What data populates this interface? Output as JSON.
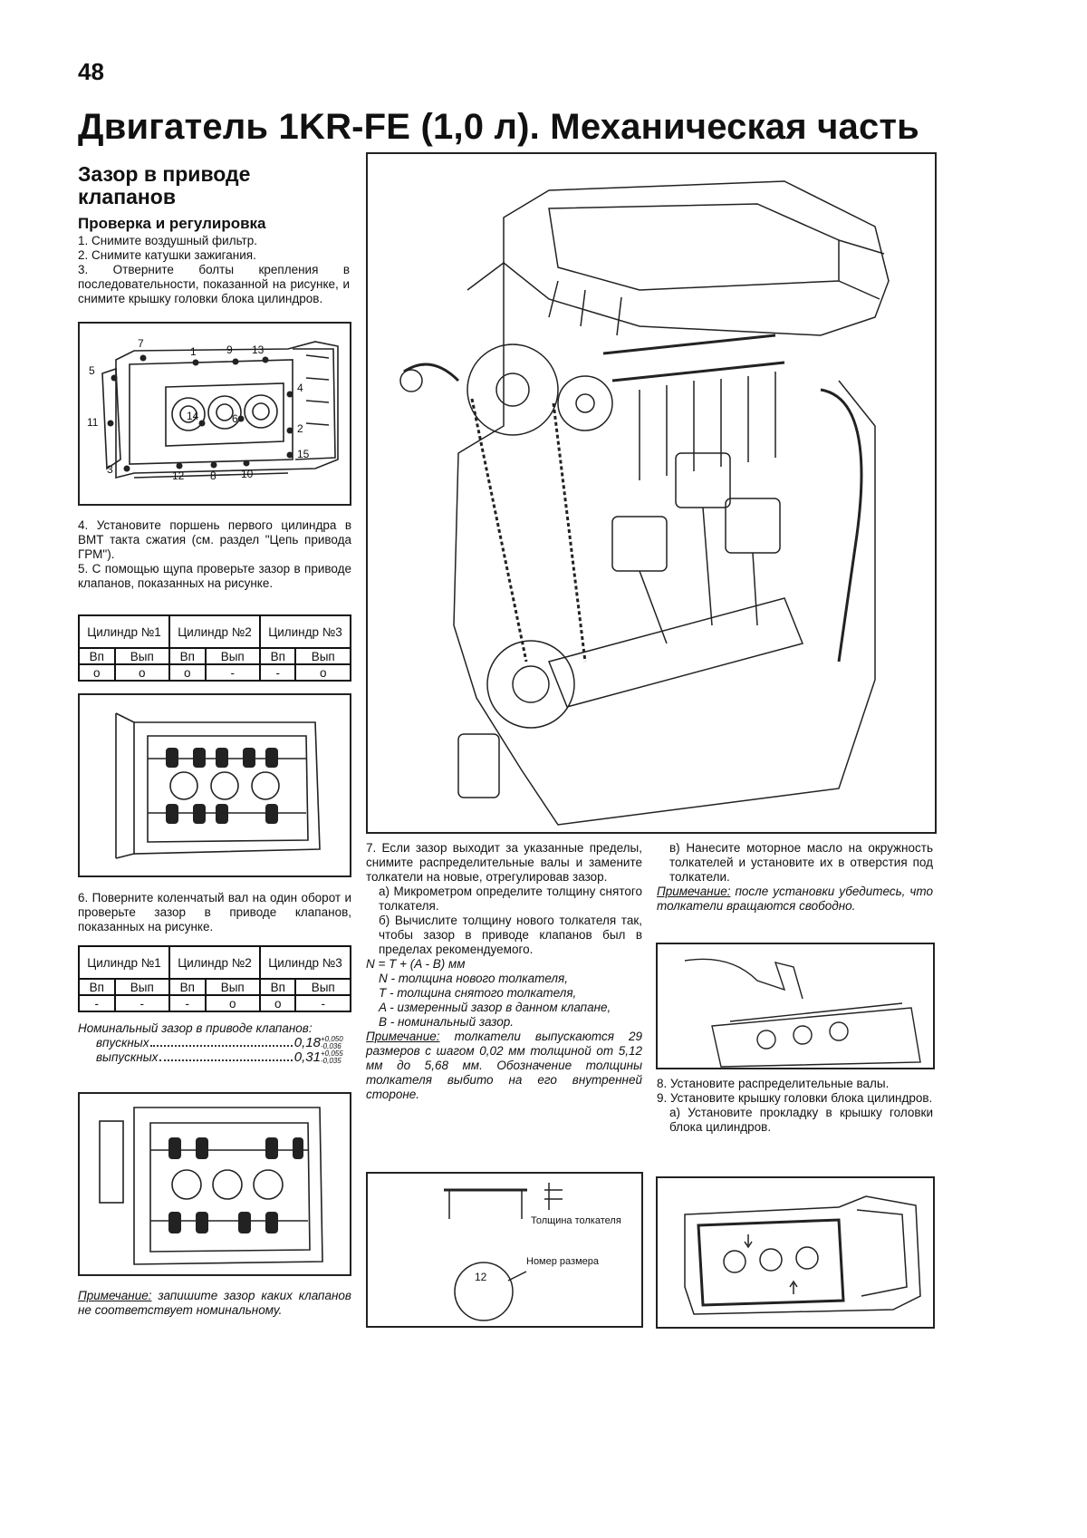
{
  "page_number": "48",
  "title": "Двигатель 1KR-FE (1,0 л). Механическая часть",
  "section": {
    "title": "Зазор в приводе клапанов",
    "subtitle": "Проверка и регулировка"
  },
  "steps_1_3": [
    "1. Снимите воздушный фильтр.",
    "2. Снимите катушки зажигания.",
    "3. Отверните болты крепления в последовательности, показанной на рисунке, и снимите крышку головки блока цилиндров."
  ],
  "bolt_labels": [
    "7",
    "1",
    "9",
    "13",
    "5",
    "4",
    "11",
    "14",
    "6",
    "2",
    "3",
    "12",
    "8",
    "10",
    "15"
  ],
  "steps_4_5": [
    "4. Установите поршень первого цилиндра в ВМТ такта сжатия (см. раздел \"Цепь привода ГРМ\").",
    "5. С помощью щупа проверьте зазор в приводе клапанов, показанных на рисунке."
  ],
  "table1": {
    "headers": [
      "Цилиндр №1",
      "Цилиндр №2",
      "Цилиндр №3"
    ],
    "sub": [
      "Вп",
      "Вып",
      "Вп",
      "Вып",
      "Вп",
      "Вып"
    ],
    "values": [
      "o",
      "o",
      "o",
      "-",
      "-",
      "o"
    ]
  },
  "step_6": "6. Поверните коленчатый вал на один оборот и проверьте зазор в приводе клапанов, показанных на рисунке.",
  "table2": {
    "headers": [
      "Цилиндр №1",
      "Цилиндр №2",
      "Цилиндр №3"
    ],
    "sub": [
      "Вп",
      "Вып",
      "Вп",
      "Вып",
      "Вп",
      "Вып"
    ],
    "values": [
      "-",
      "-",
      "-",
      "o",
      "o",
      "-"
    ]
  },
  "nominal": {
    "title": "Номинальный зазор в приводе клапанов:",
    "intake_label": "впускных",
    "intake_value": "0,18",
    "intake_tol": "+0,050 -0,036",
    "exhaust_label": "выпускных",
    "exhaust_value": "0,31",
    "exhaust_tol": "+0,055 -0,035"
  },
  "note_left": {
    "label": "Примечание:",
    "text": "запишите зазор каких клапанов не соответствует номинальному."
  },
  "step_7": {
    "intro": "7. Если зазор выходит за указанные пределы, снимите распределительные валы и замените толкатели на новые, отрегулировав зазор.",
    "a": "а) Микрометром определите толщину снятого толкателя.",
    "b": "б) Вычислите толщину нового толкателя так, чтобы зазор в приводе клапанов был в пределах рекомендуемого.",
    "formula": "N = T + (A - B) мм",
    "n_def": "N - толщина нового толкателя,",
    "t_def": "T - толщина снятого толкателя,",
    "a_def": "A - измеренный зазор в данном клапане,",
    "b_def": "B - номинальный зазор."
  },
  "note_middle": {
    "label": "Примечание:",
    "text": "толкатели выпускаются 29 размеров с шагом 0,02 мм толщиной от 5,12 мм до 5,68 мм. Обозначение толщины толкателя выбито на его внутренней стороне."
  },
  "lifter_fig": {
    "thickness_label": "Толщина толкателя",
    "size_label": "Номер размера",
    "size_number": "12"
  },
  "step_7c": "в) Нанесите моторное масло на окружность толкателей и установите их в отверстия под толкатели.",
  "note_right": {
    "label": "Примечание:",
    "text": "после установки убедитесь, что толкатели вращаются свободно."
  },
  "steps_8_9": [
    "8. Установите распределительные валы.",
    "9. Установите крышку головки блока цилиндров.",
    "а) Установите прокладку в крышку головки блока цилиндров."
  ]
}
